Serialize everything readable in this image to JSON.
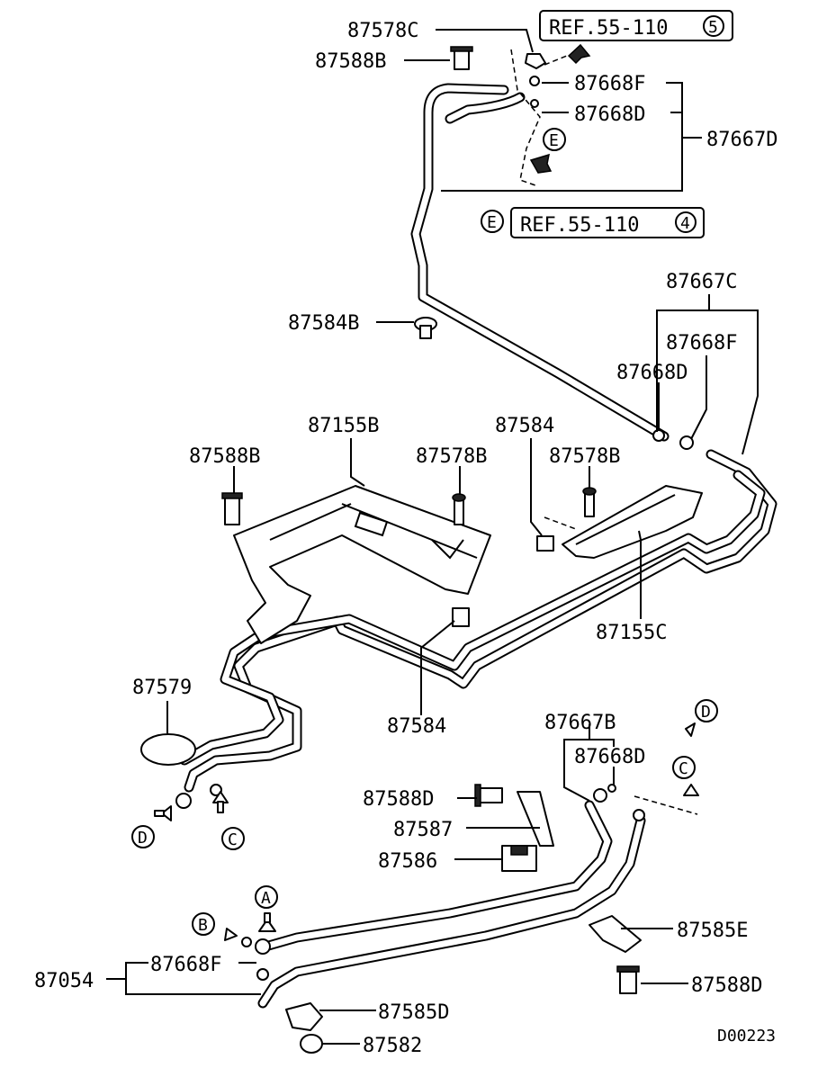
{
  "labels": {
    "p87578C": "87578C",
    "p87588B_top": "87588B",
    "p87668F_top": "87668F",
    "p87668D_top": "87668D",
    "p87667D": "87667D",
    "p87584B": "87584B",
    "p87667C": "87667C",
    "p87668F_mid": "87668F",
    "p87668D_mid": "87668D",
    "p87155B": "87155B",
    "p87588B_mid": "87588B",
    "p87578B_left": "87578B",
    "p87584_top": "87584",
    "p87578B_right": "87578B",
    "p87155C": "87155C",
    "p87579": "87579",
    "p87584_bottom": "87584",
    "p87667B": "87667B",
    "p87668D_low": "87668D",
    "p87588D_left": "87588D",
    "p87587": "87587",
    "p87586": "87586",
    "p87585E": "87585E",
    "p87054": "87054",
    "p87668F_low": "87668F",
    "p87588D_right": "87588D",
    "p87585D": "87585D",
    "p87582": "87582",
    "diagram_code": "D00223"
  },
  "references": {
    "ref_top_text": "REF.55-110",
    "ref_top_num": "5",
    "ref_mid_text": "REF.55-110",
    "ref_mid_num": "4",
    "ref_mid_marker": "E"
  },
  "markers": {
    "E": "E",
    "A": "A",
    "B": "B",
    "C": "C",
    "D": "D"
  }
}
